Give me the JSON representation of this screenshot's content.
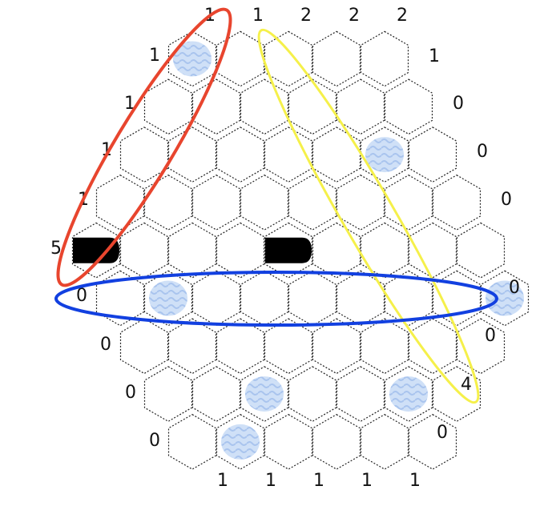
{
  "puzzle": {
    "rows": [
      {
        "left": "",
        "cells": []
      },
      {
        "left": "1",
        "cells": [
          "water",
          "empty",
          "empty",
          "empty",
          "empty"
        ],
        "right": "1"
      },
      {
        "left": "1",
        "cells": [
          "empty",
          "empty",
          "empty",
          "empty",
          "empty",
          "empty"
        ],
        "right": "0"
      },
      {
        "left": "1",
        "cells": [
          "empty",
          "empty",
          "empty",
          "empty",
          "empty",
          "water",
          "empty"
        ],
        "right": "0"
      },
      {
        "left": "1",
        "cells": [
          "empty",
          "empty",
          "empty",
          "empty",
          "empty",
          "empty",
          "empty",
          "empty"
        ],
        "right": "0"
      },
      {
        "left": "5",
        "cells": [
          "ship-end",
          "empty",
          "empty",
          "empty",
          "ship-end",
          "empty",
          "empty",
          "empty",
          "empty"
        ],
        "right": ""
      },
      {
        "left": "0",
        "cells": [
          "empty",
          "water",
          "empty",
          "empty",
          "empty",
          "empty",
          "empty",
          "empty",
          "water"
        ],
        "right": "0"
      },
      {
        "left": "0",
        "cells": [
          "empty",
          "empty",
          "empty",
          "empty",
          "empty",
          "empty",
          "empty",
          "empty"
        ],
        "right": "0"
      },
      {
        "left": "0",
        "cells": [
          "empty",
          "empty",
          "water",
          "empty",
          "empty",
          "water",
          "empty"
        ],
        "right": "4"
      },
      {
        "left": "0",
        "cells": [
          "empty",
          "water",
          "empty",
          "empty",
          "empty",
          "empty"
        ],
        "right": "0"
      }
    ],
    "top_clues": [
      "1",
      "1",
      "2",
      "2",
      "2"
    ],
    "bottom_clues": [
      "1",
      "1",
      "1",
      "1",
      "1"
    ],
    "extra_right_clue": "0"
  },
  "annotations": [
    {
      "name": "red-diagonal-ellipse",
      "color": "#e8452e"
    },
    {
      "name": "yellow-diagonal-ellipse",
      "color": "#f5f04a"
    },
    {
      "name": "blue-row-ellipse",
      "color": "#1240e0"
    }
  ],
  "colors": {
    "water": "#cfe0f7",
    "water_wave": "#a9c4ee",
    "ship": "#000000",
    "cell_border": "#222222"
  }
}
